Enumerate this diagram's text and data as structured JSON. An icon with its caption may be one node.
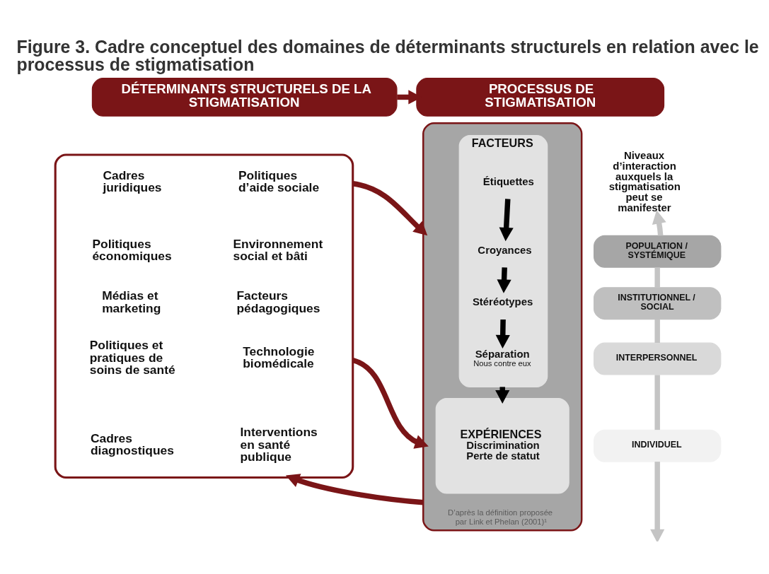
{
  "diagram": {
    "title": "Figure 3. Cadre conceptuel des domaines de déterminants structurels en relation avec le processus de stigmatisation",
    "nodes": [
      {
        "text": [
          "DÉTERMINANTS STRUCTURELS DE LA STIGMATISATION"
        ]
      },
      {
        "text": [
          "PROCESSUS DE STIGMATISATION"
        ]
      },
      {
        "text": [],
        "shape": "box"
      },
      {
        "text": [
          "Cadres juridiques"
        ],
        "in": 2
      },
      {
        "text": [
          "Politiques d’aide sociale"
        ],
        "in": 2
      },
      {
        "text": [
          "Politiques économiques"
        ],
        "in": 2
      },
      {
        "text": [
          "Environnement social et bâti"
        ],
        "in": 2
      },
      {
        "text": [
          "Médias et marketing"
        ],
        "in": 2
      },
      {
        "text": [
          "Facteurs pédagogiques"
        ],
        "in": 2
      },
      {
        "text": [
          "Politiques et pratiques de soins de santé"
        ],
        "in": 2
      },
      {
        "text": [
          "Technologie biomédicale"
        ],
        "in": 2
      },
      {
        "text": [
          "Cadres diagnostiques"
        ],
        "in": 2
      },
      {
        "text": [
          "Interventions en santé publique"
        ],
        "in": 2
      },
      {
        "text": [
          "D’après la définition proposée par Link et Phelan (2001)¹"
        ]
      },
      {
        "text": [
          "FACTEURS"
        ],
        "in": 13
      },
      {
        "text": [
          "Étiquettes"
        ],
        "in": 14
      },
      {
        "text": [
          "Croyances"
        ],
        "in": 14
      },
      {
        "text": [
          "Stéréotypes"
        ],
        "in": 14
      },
      {
        "text": [
          "Séparation",
          "Nous contre eux"
        ],
        "in": 14
      },
      {
        "text": [
          "EXPÉRIENCES",
          "Discrimination",
          "Perte de statut"
        ],
        "in": 13
      },
      {
        "text": [
          "Niveaux d’interaction auxquels la stigmatisation peut se manifester"
        ]
      },
      {
        "text": [
          "POPULATION / SYSTÉMIQUE"
        ]
      },
      {
        "text": [
          "INSTITUTIONNEL / SOCIAL"
        ]
      },
      {
        "text": [
          "INTERPERSONNEL"
        ]
      },
      {
        "text": [
          "INDIVIDUEL"
        ]
      }
    ],
    "edges": [
      {
        "from": 0,
        "to": 1,
        "arrow": "to",
        "color": "#7a1517"
      },
      {
        "from": 2,
        "to": 13,
        "arrow": "to",
        "color": "#7a1517"
      },
      {
        "from": 2,
        "to": 13,
        "arrow": "to",
        "color": "#7a1517"
      },
      {
        "from": 13,
        "to": 2,
        "arrow": "to",
        "color": "#7a1517"
      },
      {
        "from": 15,
        "to": 16,
        "arrow": "to",
        "color": "#000000"
      },
      {
        "from": 16,
        "to": 17,
        "arrow": "to",
        "color": "#000000"
      },
      {
        "from": 17,
        "to": 18,
        "arrow": "to",
        "color": "#000000"
      },
      {
        "from": 14,
        "to": 19,
        "arrow": "to",
        "color": "#000000"
      },
      {
        "from": 21,
        "to": 20,
        "arrow": "to",
        "color": "#c4c4c4"
      },
      {
        "from": 21,
        "to": 22,
        "arrow": "none",
        "color": "#c4c4c4"
      },
      {
        "from": 22,
        "to": 23,
        "arrow": "none",
        "color": "#c4c4c4"
      },
      {
        "from": 23,
        "to": 24,
        "arrow": "none",
        "color": "#c4c4c4"
      },
      {
        "from": 24,
        "to": null,
        "arrow": "to",
        "color": "#c4c4c4"
      }
    ]
  }
}
